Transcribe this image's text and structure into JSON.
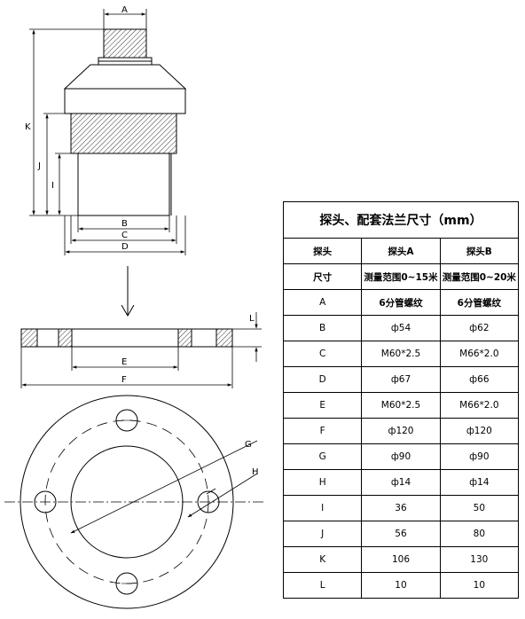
{
  "labels": {
    "A": "A",
    "B": "B",
    "C": "C",
    "D": "D",
    "E": "E",
    "F": "F",
    "G": "G",
    "H": "H",
    "I": "I",
    "J": "J",
    "K": "K",
    "L": "L"
  },
  "table": {
    "title": "探头、配套法兰尺寸（mm）",
    "header1": [
      "探头",
      "探头A",
      "探头B"
    ],
    "header2": [
      "尺寸",
      "测量范围0~15米",
      "测量范围0~20米"
    ],
    "rows": [
      [
        "A",
        "6分管螺纹",
        "6分管螺纹"
      ],
      [
        "B",
        "ф54",
        "ф62"
      ],
      [
        "C",
        "M60*2.5",
        "M66*2.0"
      ],
      [
        "D",
        "ф67",
        "ф66"
      ],
      [
        "E",
        "M60*2.5",
        "M66*2.0"
      ],
      [
        "F",
        "ф120",
        "ф120"
      ],
      [
        "G",
        "ф90",
        "ф90"
      ],
      [
        "H",
        "ф14",
        "ф14"
      ],
      [
        "I",
        "36",
        "50"
      ],
      [
        "J",
        "56",
        "80"
      ],
      [
        "K",
        "106",
        "130"
      ],
      [
        "L",
        "10",
        "10"
      ]
    ]
  }
}
